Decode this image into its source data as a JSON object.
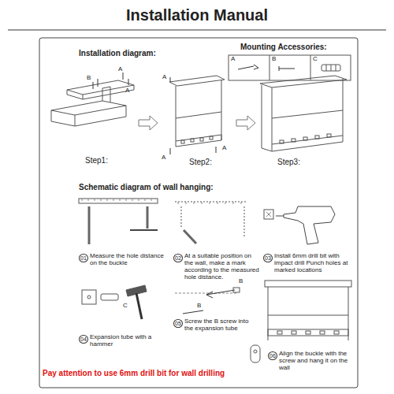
{
  "diagram": {
    "title": "Installation Manual",
    "caption": "Pay attention to use 6mm drill bit for wall drilling",
    "labels": [
      "Mounting Accessories:",
      "A",
      "B",
      "C",
      "Installation diagram:",
      "A",
      "B",
      "A",
      "A",
      "A",
      "A",
      "Step1:",
      "Step2:",
      "Step3:",
      "Schematic diagram of wall hanging:",
      "01",
      "Measure the hole distance on the buckle",
      "02",
      "At a suitable position on the wall, make a mark according to the measured hole distance.",
      "03",
      "Install 6mm drill bit with impact drill Punch holes at marked locations",
      "C",
      "B",
      "B",
      "04",
      "Expansion tube with a hammer",
      "05",
      "Screw the B screw into the expansion tube",
      "06",
      "Align the buckle with the screw and hang it on the wall"
    ]
  }
}
